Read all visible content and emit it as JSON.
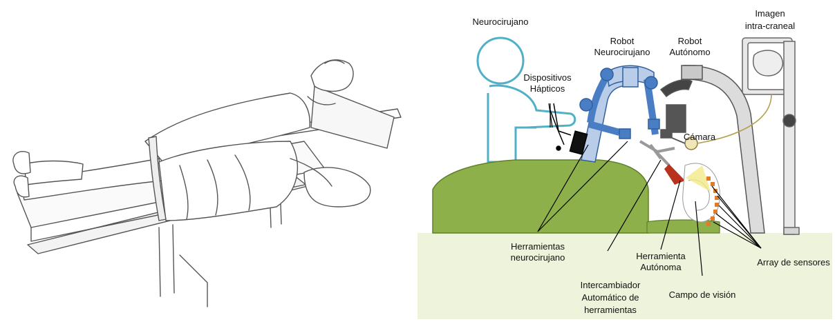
{
  "figure_left": {
    "subject": "patient-on-operating-table-sketch"
  },
  "figure_right": {
    "labels": {
      "neurocirujano": "Neurocirujano",
      "robot_neurocirujano_1": "Robot",
      "robot_neurocirujano_2": "Neurocirujano",
      "robot_autonomo_1": "Robot",
      "robot_autonomo_2": "Autónomo",
      "imagen_1": "Imagen",
      "imagen_2": "intra-craneal",
      "dispositivos_1": "Dispositivos",
      "dispositivos_2": "Hápticos",
      "camara": "Cámara",
      "herramientas_1": "Herramientas",
      "herramientas_2": "neurocirujano",
      "intercambiador_1": "Intercambiador",
      "intercambiador_2": "Automático de",
      "intercambiador_3": "herramientas",
      "herramienta_autonoma_1": "Herramienta",
      "herramienta_autonoma_2": "Autónoma",
      "campo_vision": "Campo de visión",
      "array_sensores": "Array de sensores"
    },
    "colors": {
      "floor": "#eef3dc",
      "table": "#8db04a",
      "table_stroke": "#5f7f2a",
      "surgeon": "#4fb0c6",
      "robot_arm": "#4a7ec4",
      "robot_arm_light": "#b9cde9",
      "auto_robot": "#555555",
      "auto_robot_light": "#dcdcdc",
      "sensor": "#e07b2a",
      "brain_highlight": "#f3ea8a"
    }
  }
}
